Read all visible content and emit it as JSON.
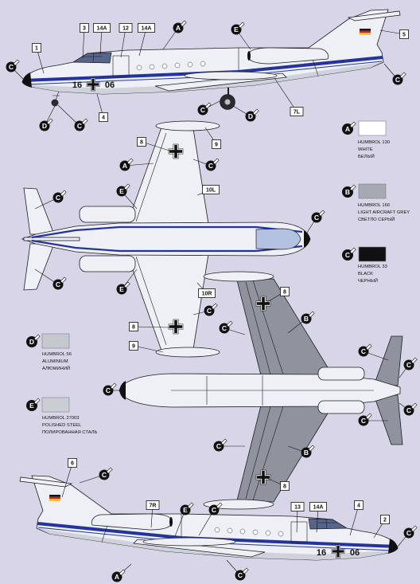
{
  "legend": [
    {
      "code": "A",
      "paint_code": "HUMBROL 130",
      "name_en": "WHITE",
      "name_ru": "БЕЛЫЙ",
      "swatch": "#ffffff"
    },
    {
      "code": "B",
      "paint_code": "HUMBROL 166",
      "name_en": "LIGHT AIRCRAFT GREY",
      "name_ru": "СВЕТЛО СЕРЫЙ",
      "swatch": "#a6a9b2"
    },
    {
      "code": "C",
      "paint_code": "HUMBROL 33",
      "name_en": "BLACK",
      "name_ru": "ЧЕРНЫЙ",
      "swatch": "#111111"
    },
    {
      "code": "D",
      "paint_code": "HUMBROL 56",
      "name_en": "ALUMINIUM",
      "name_ru": "АЛЮМИНИЙ",
      "swatch": "#c6c8cf"
    },
    {
      "code": "E",
      "paint_code": "HUMBROL 27003",
      "name_en": "POLISHED STEEL",
      "name_ru": "ПОЛИРОВАННАЯ СТАЛЬ",
      "swatch": "#cbcdd5"
    }
  ],
  "views": {
    "side_left": {
      "paint_callouts": [
        "A",
        "E",
        "C",
        "D",
        "C",
        "C",
        "D",
        "C"
      ],
      "part_callouts": [
        "1",
        "3",
        "14A",
        "12",
        "14A",
        "4",
        "7L",
        "5"
      ],
      "serial_left": "16",
      "serial_right": "06"
    },
    "plan_top": {
      "paint_callouts": [
        "A",
        "C",
        "E",
        "C",
        "C",
        "C",
        "E",
        "C"
      ],
      "part_callouts": [
        "8",
        "9",
        "10L",
        "10R",
        "8",
        "9"
      ]
    },
    "plan_bottom": {
      "paint_callouts": [
        "C",
        "B",
        "C",
        "C",
        "C",
        "C",
        "C",
        "C",
        "B"
      ],
      "part_callouts": [
        "8",
        "8"
      ]
    },
    "side_right": {
      "paint_callouts": [
        "C",
        "E",
        "C",
        "C",
        "A",
        "C"
      ],
      "part_callouts": [
        "6",
        "7R",
        "13",
        "14A",
        "4",
        "2"
      ],
      "serial_left": "16",
      "serial_right": "06"
    }
  },
  "colors": {
    "background": "#d7d5e7",
    "cheatline_blue": "#24349c",
    "airframe_white": "#eef0f5",
    "underside_grey": "#8f939d",
    "flag_black": "#111111",
    "flag_red": "#d0202a",
    "flag_gold": "#f0c020"
  }
}
